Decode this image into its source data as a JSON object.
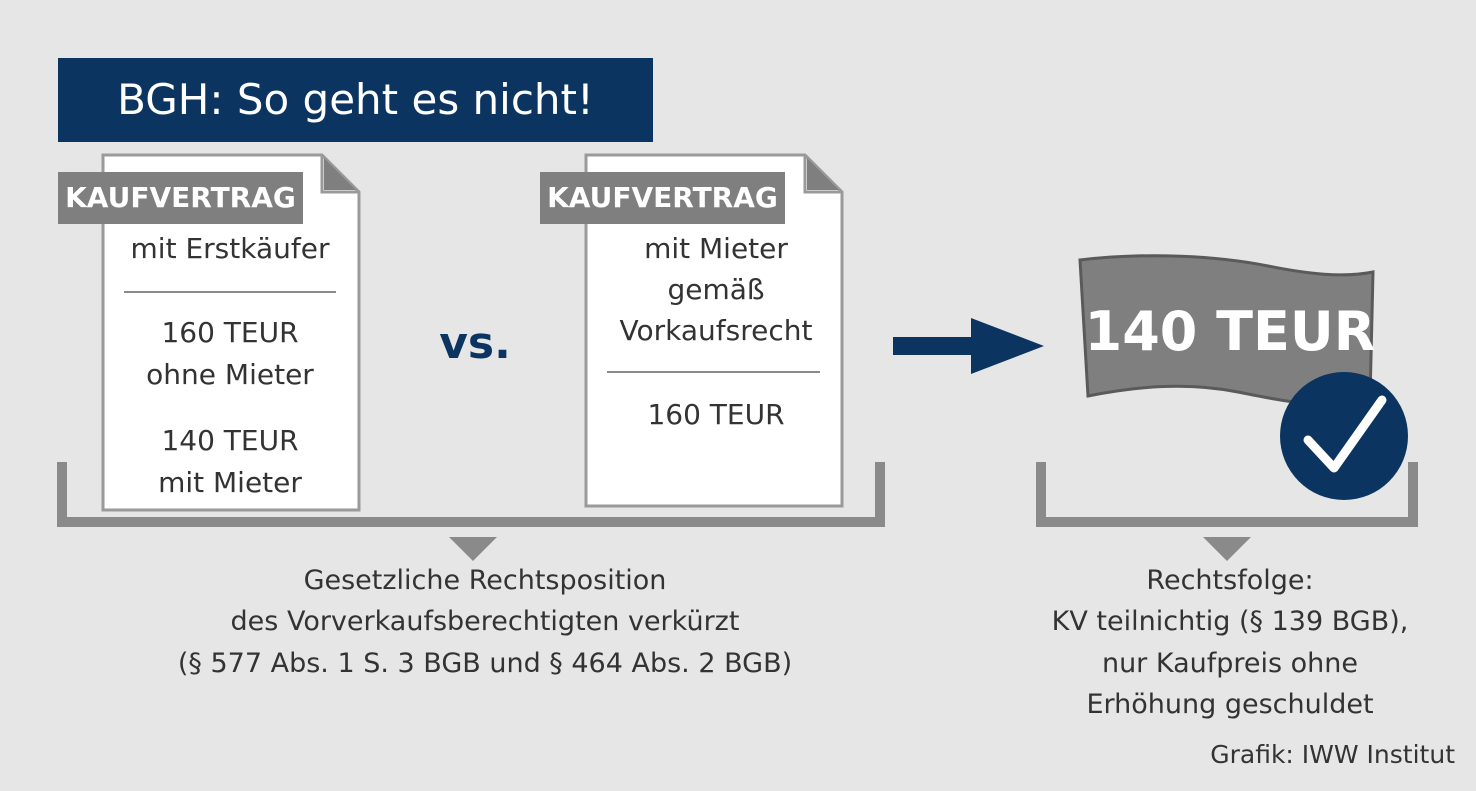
{
  "title": "BGH: So geht es nicht!",
  "left_document": {
    "tag": "KAUFVERTRAG",
    "subtitle": "mit Erstkäufer",
    "price_1": "160 TEUR",
    "condition_1": "ohne Mieter",
    "price_2": "140 TEUR",
    "condition_2": "mit Mieter"
  },
  "versus": "vs.",
  "right_document": {
    "tag": "KAUFVERTRAG",
    "line_1": "mit Mieter",
    "line_2": "gemäß",
    "line_3": "Vorkaufsrecht",
    "price": "160 TEUR"
  },
  "result": {
    "amount": "140 TEUR",
    "icon": "checkmark-icon"
  },
  "left_conclusion": {
    "line_1": "Gesetzliche Rechtsposition",
    "line_2": "des Vorverkaufsberechtigten verkürzt",
    "line_3": "(§ 577 Abs. 1 S. 3 BGB und § 464 Abs. 2 BGB)"
  },
  "right_conclusion": {
    "line_1": "Rechtsfolge:",
    "line_2": "KV teilnichtig (§ 139 BGB),",
    "line_3": "nur Kaufpreis ohne",
    "line_4": "Erhöhung geschuldet"
  },
  "credit": "Grafik: IWW Institut",
  "colors": {
    "navy": "#0b3560",
    "gray": "#7f7f7f",
    "background": "#e6e6e6"
  }
}
